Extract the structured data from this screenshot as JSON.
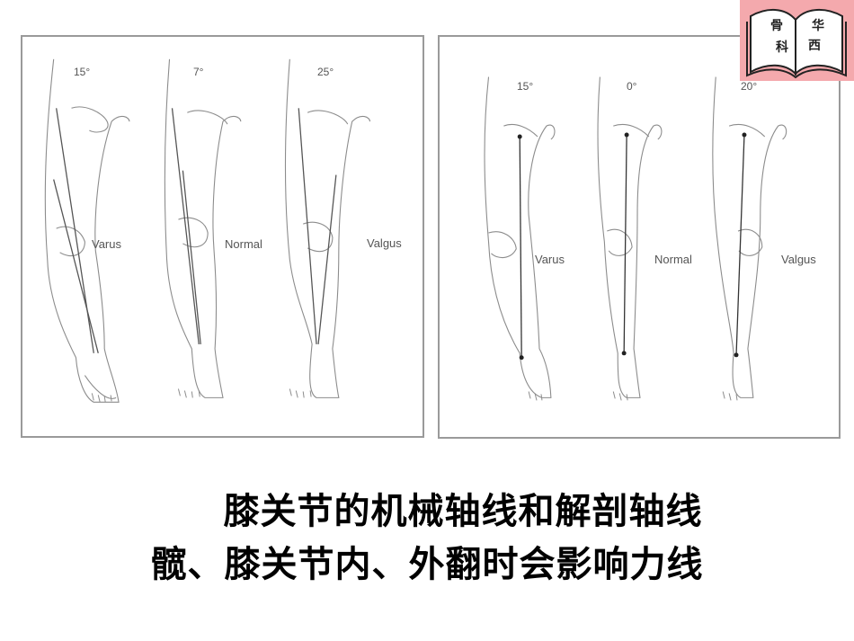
{
  "left_panel": {
    "angles": [
      "15°",
      "7°",
      "25°"
    ],
    "labels": [
      "Varus",
      "Normal",
      "Valgus"
    ]
  },
  "right_panel": {
    "angles": [
      "15°",
      "0°",
      "20°"
    ],
    "labels": [
      "Varus",
      "Normal",
      "Valgus"
    ]
  },
  "caption": {
    "line1": "膝关节的机械轴线和解剖轴线",
    "line2": "髋、膝关节内、外翻时会影响力线"
  },
  "logo": {
    "icon": "open-book-icon",
    "chars": [
      "骨",
      "科",
      "华",
      "西"
    ],
    "background": "#f4a9ad"
  }
}
